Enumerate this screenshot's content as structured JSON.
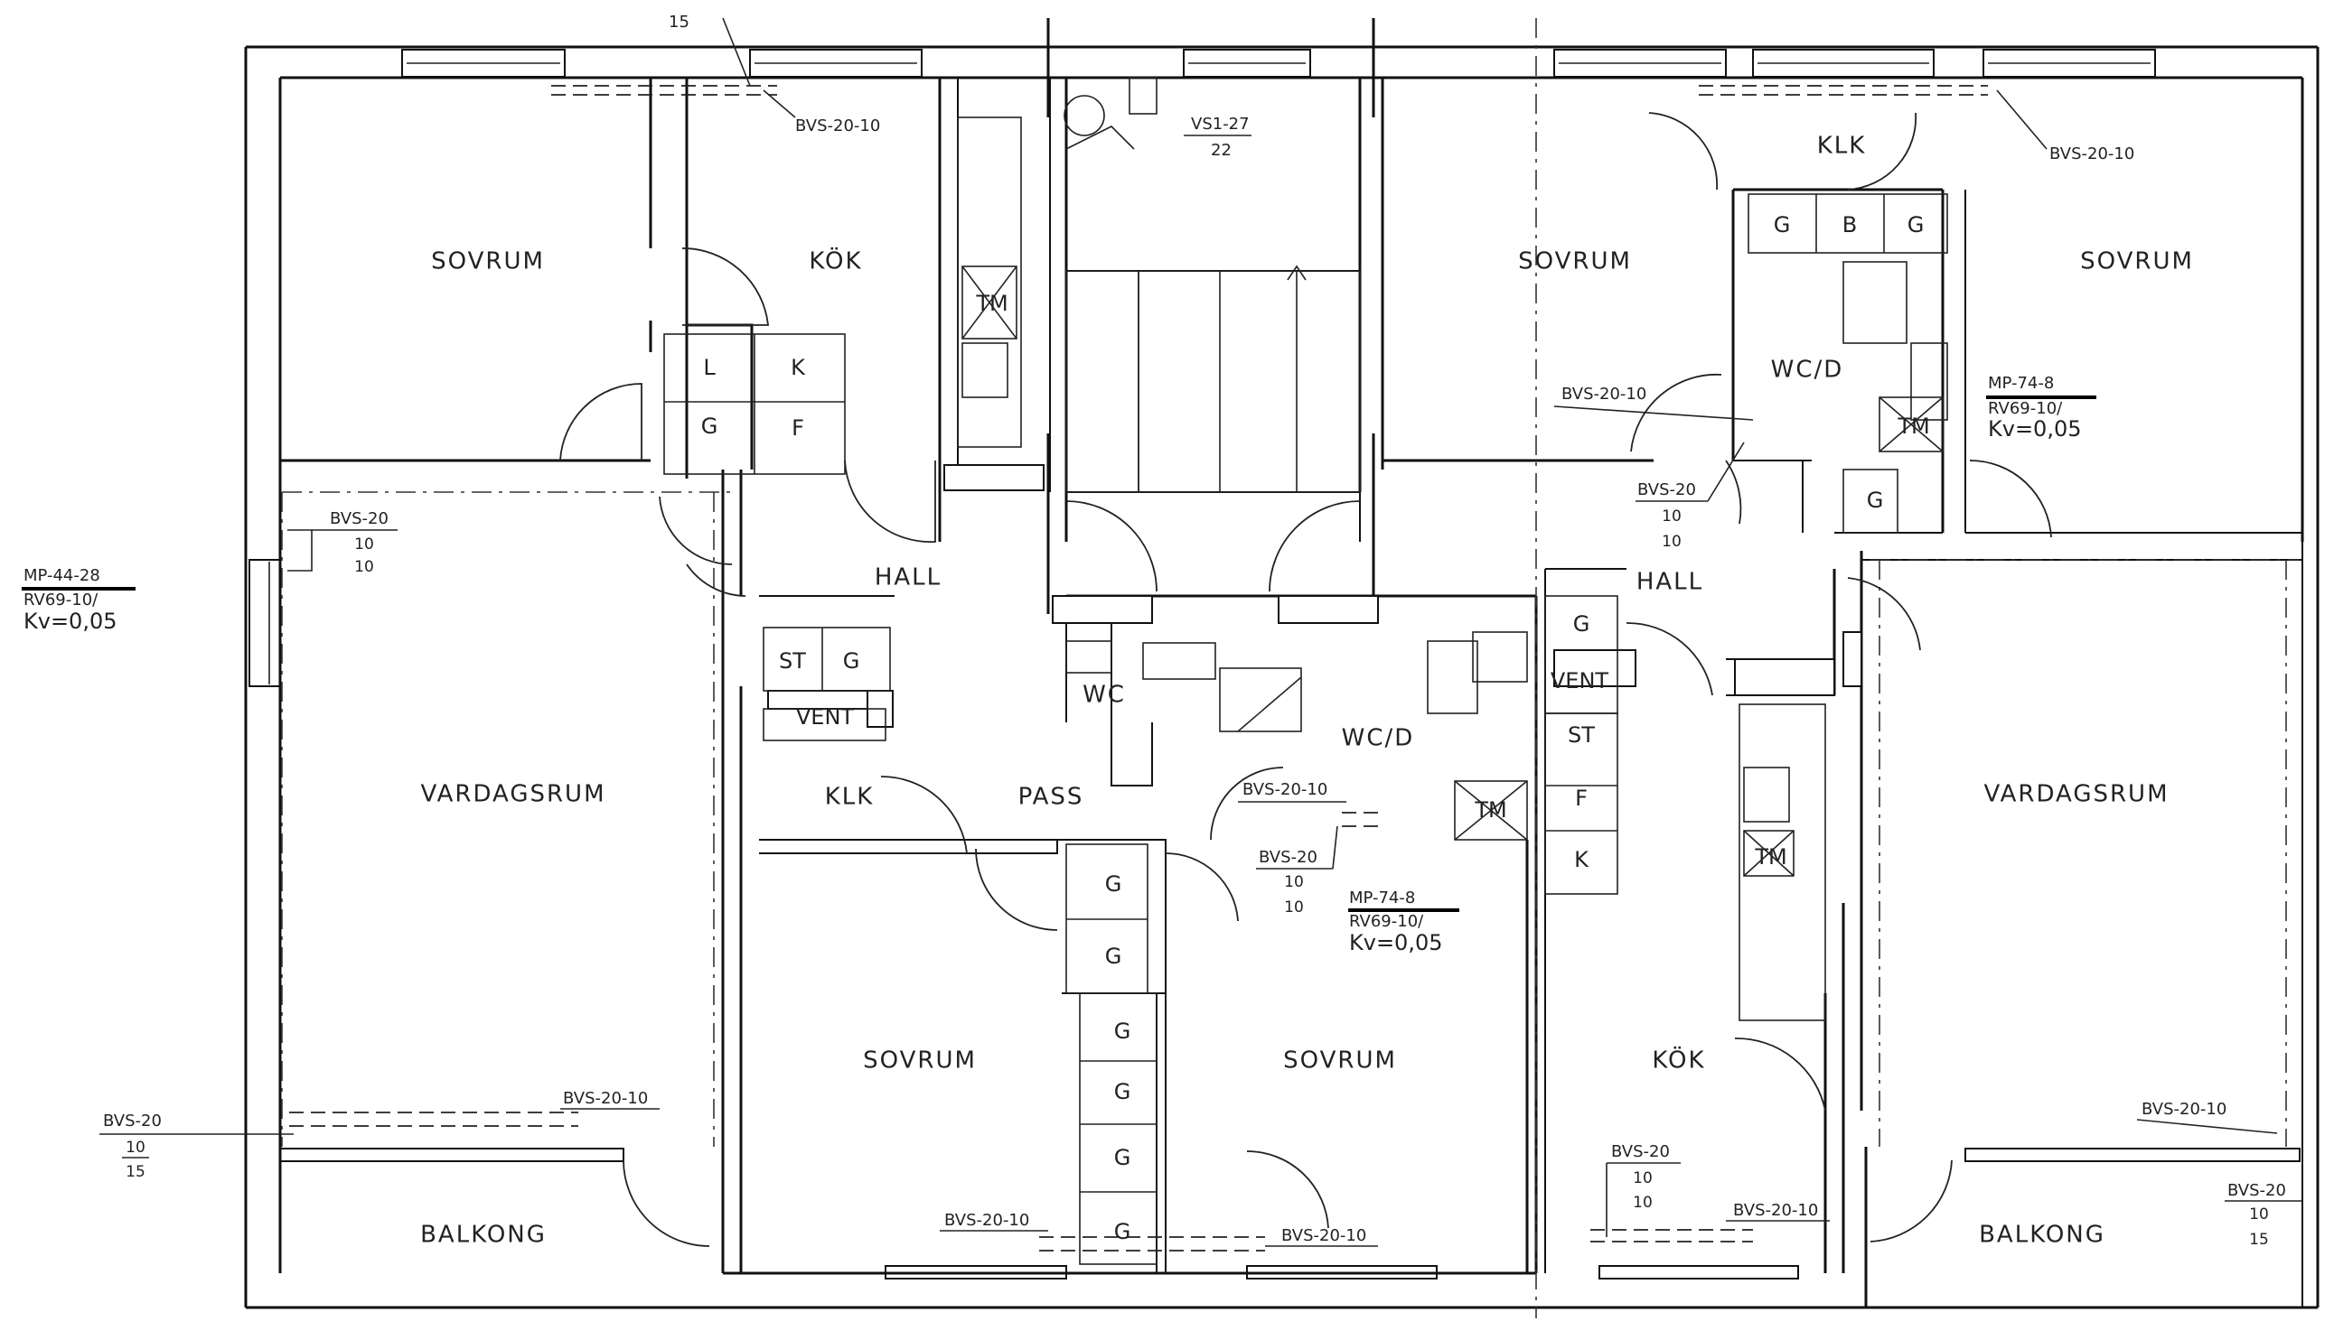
{
  "rooms": {
    "sovrum_1": "SOVRUM",
    "kok_1": "KÖK",
    "hall_1": "HALL",
    "vardagsrum_1": "VARDAGSRUM",
    "balkong_1": "BALKONG",
    "pass": "PASS",
    "wc_1": "WC",
    "wcd_1": "WC/D",
    "sovrum_2": "SOVRUM",
    "sovrum_3": "SOVRUM",
    "sovrum_4": "SOVRUM",
    "klk_2": "KLK",
    "sovrum_5": "SOVRUM",
    "wcd_2": "WC/D",
    "hall_2": "HALL",
    "vardagsrum_2": "VARDAGSRUM",
    "kok_2": "KÖK",
    "balkong_2": "BALKONG",
    "klk_1": "KLK"
  },
  "cabinets": {
    "l": "L",
    "k": "K",
    "g_a": "G",
    "f": "F",
    "st_1": "ST",
    "g_b": "G",
    "vent_1": "VENT",
    "g_c1": "G",
    "g_c2": "G",
    "g_d1": "G",
    "g_d2": "G",
    "g_d3": "G",
    "g_d4": "G",
    "g_e1": "G",
    "b_e": "B",
    "g_e2": "G",
    "g_f": "G",
    "g_h": "G",
    "vent_2": "VENT",
    "st_2": "ST",
    "f_2": "F",
    "k_2": "K",
    "tm_1": "TM",
    "tm_2": "TM",
    "tm_3": "TM",
    "tm_4": "TM"
  },
  "tags": {
    "top_left_stub": "15",
    "bvs_top_1": "BVS-20-10",
    "vs": {
      "name": "VS1-27",
      "value": "22"
    },
    "bvs_top_2": "BVS-20-10",
    "mp_right": {
      "name": "MP-74-8",
      "rv": "RV69-10/",
      "kv": "Kv=0,05"
    },
    "bvs_wcd": "BVS-20-10",
    "bvs_hall_2": {
      "name": "BVS-20",
      "a": "10",
      "b": "10"
    },
    "mp_left": {
      "name": "MP-44-28",
      "rv": "RV69-10/",
      "kv": "Kv=0,05"
    },
    "bvs_left": {
      "name": "BVS-20",
      "a": "10",
      "b": "10"
    },
    "bvs_pass": "BVS-20-10",
    "bvs_mid": {
      "name": "BVS-20",
      "a": "10",
      "b": "10"
    },
    "mp_mid": {
      "name": "MP-74-8",
      "rv": "RV69-10/",
      "kv": "Kv=0,05"
    },
    "bvs_balk_l": "BVS-20-10",
    "bvs_out_l": {
      "name": "BVS-20",
      "a": "10",
      "b": "15"
    },
    "bvs_sov_l": "BVS-20-10",
    "bvs_sov_r": "BVS-20-10",
    "bvs_kok": {
      "name": "BVS-20",
      "a": "10",
      "b": "10"
    },
    "bvs_kok_2": "BVS-20-10",
    "bvs_balk_r": "BVS-20-10",
    "bvs_out_r": {
      "name": "BVS-20",
      "a": "10",
      "b": "15"
    }
  }
}
